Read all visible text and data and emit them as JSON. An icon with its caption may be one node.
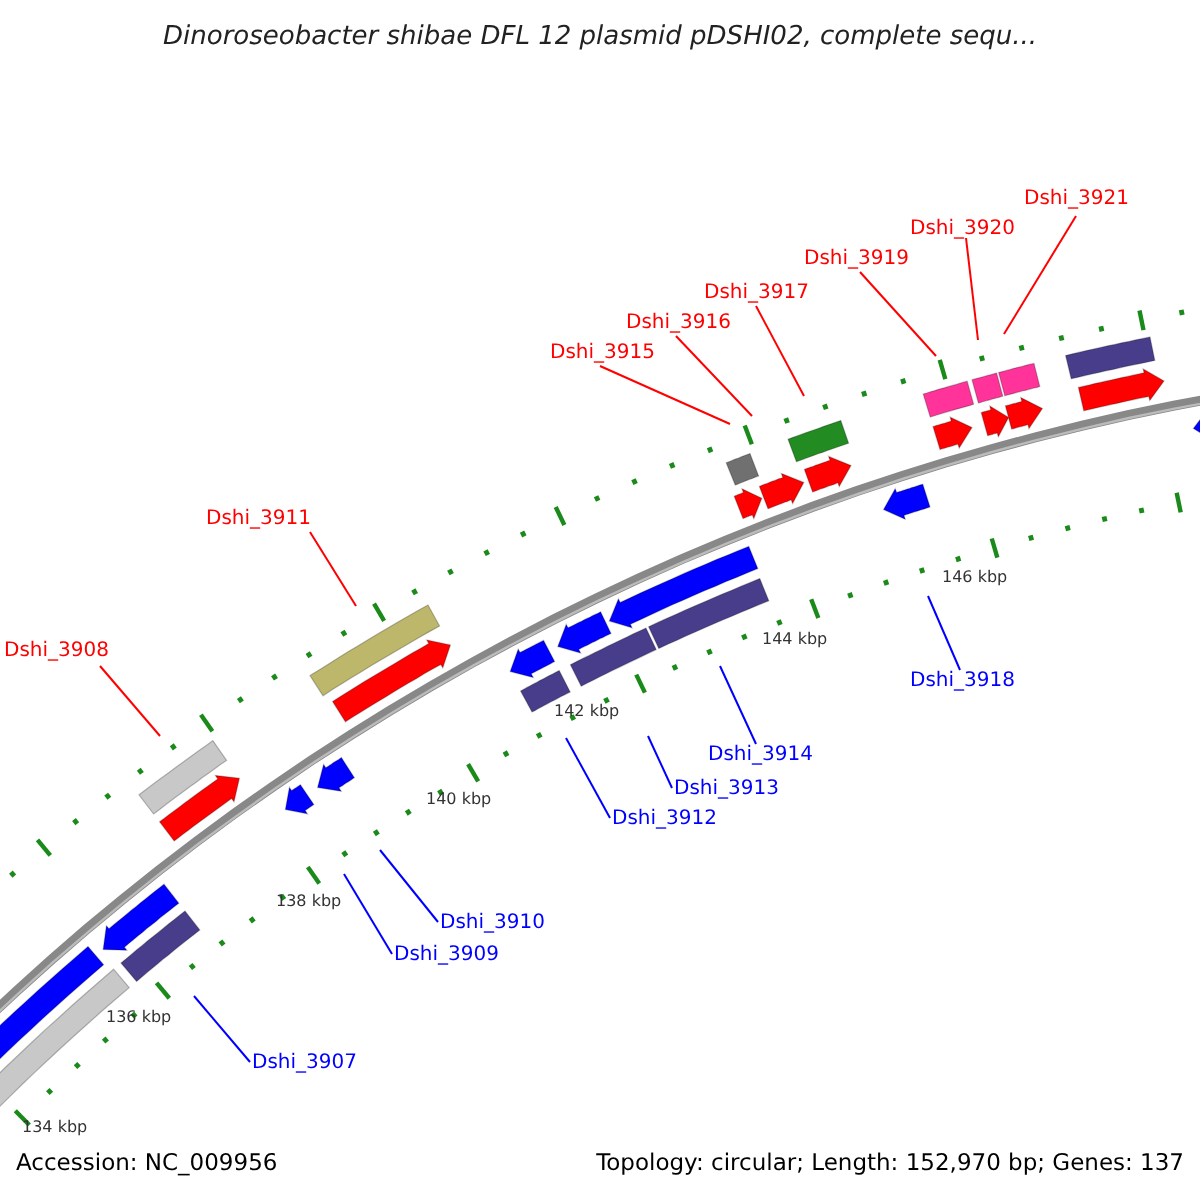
{
  "diagram": {
    "title": "Dinoroseobacter shibae DFL 12 plasmid pDSHI02, complete sequ...",
    "nodes": [
      {
        "text": [
          "Dshi_3921"
        ]
      },
      {
        "text": [
          "Dshi_3920"
        ]
      },
      {
        "text": [
          "Dshi_3919"
        ]
      },
      {
        "text": [
          "Dshi_3917"
        ]
      },
      {
        "text": [
          "Dshi_3916"
        ]
      },
      {
        "text": [
          "Dshi_3915"
        ]
      },
      {
        "text": [
          "Dshi_3911"
        ]
      },
      {
        "text": [
          "Dshi_3908"
        ]
      },
      {
        "text": [
          "Dshi_3918"
        ]
      },
      {
        "text": [
          "Dshi_3914"
        ]
      },
      {
        "text": [
          "Dshi_3913"
        ]
      },
      {
        "text": [
          "Dshi_3912"
        ]
      },
      {
        "text": [
          "Dshi_3910"
        ]
      },
      {
        "text": [
          "Dshi_3909"
        ]
      },
      {
        "text": [
          "Dshi_3907"
        ]
      }
    ],
    "edges": [
      {
        "from": 0,
        "to": null,
        "arrow": "none"
      },
      {
        "from": 1,
        "to": null,
        "arrow": "none"
      },
      {
        "from": 2,
        "to": null,
        "arrow": "none"
      },
      {
        "from": 3,
        "to": null,
        "arrow": "none"
      },
      {
        "from": 4,
        "to": null,
        "arrow": "none"
      },
      {
        "from": 5,
        "to": null,
        "arrow": "none"
      },
      {
        "from": 6,
        "to": null,
        "arrow": "none"
      },
      {
        "from": 7,
        "to": null,
        "arrow": "none"
      },
      {
        "from": 8,
        "to": null,
        "arrow": "none",
        "color": "#0000ff"
      },
      {
        "from": 9,
        "to": null,
        "arrow": "none",
        "color": "#0000ff"
      },
      {
        "from": 10,
        "to": null,
        "arrow": "none",
        "color": "#0000ff"
      },
      {
        "from": 11,
        "to": null,
        "arrow": "none",
        "color": "#0000ff"
      },
      {
        "from": 12,
        "to": null,
        "arrow": "none",
        "color": "#0000ff"
      },
      {
        "from": 13,
        "to": null,
        "arrow": "none",
        "color": "#0000ff"
      },
      {
        "from": 14,
        "to": null,
        "arrow": "none",
        "color": "#0000ff"
      }
    ],
    "labels": [
      "146 kbp",
      "144 kbp",
      "142 kbp",
      "140 kbp",
      "138 kbp",
      "136 kbp",
      "134 kbp",
      "Accession: NC_009956",
      "Topology: circular; Length: 152,970 bp; Genes: 137"
    ]
  }
}
